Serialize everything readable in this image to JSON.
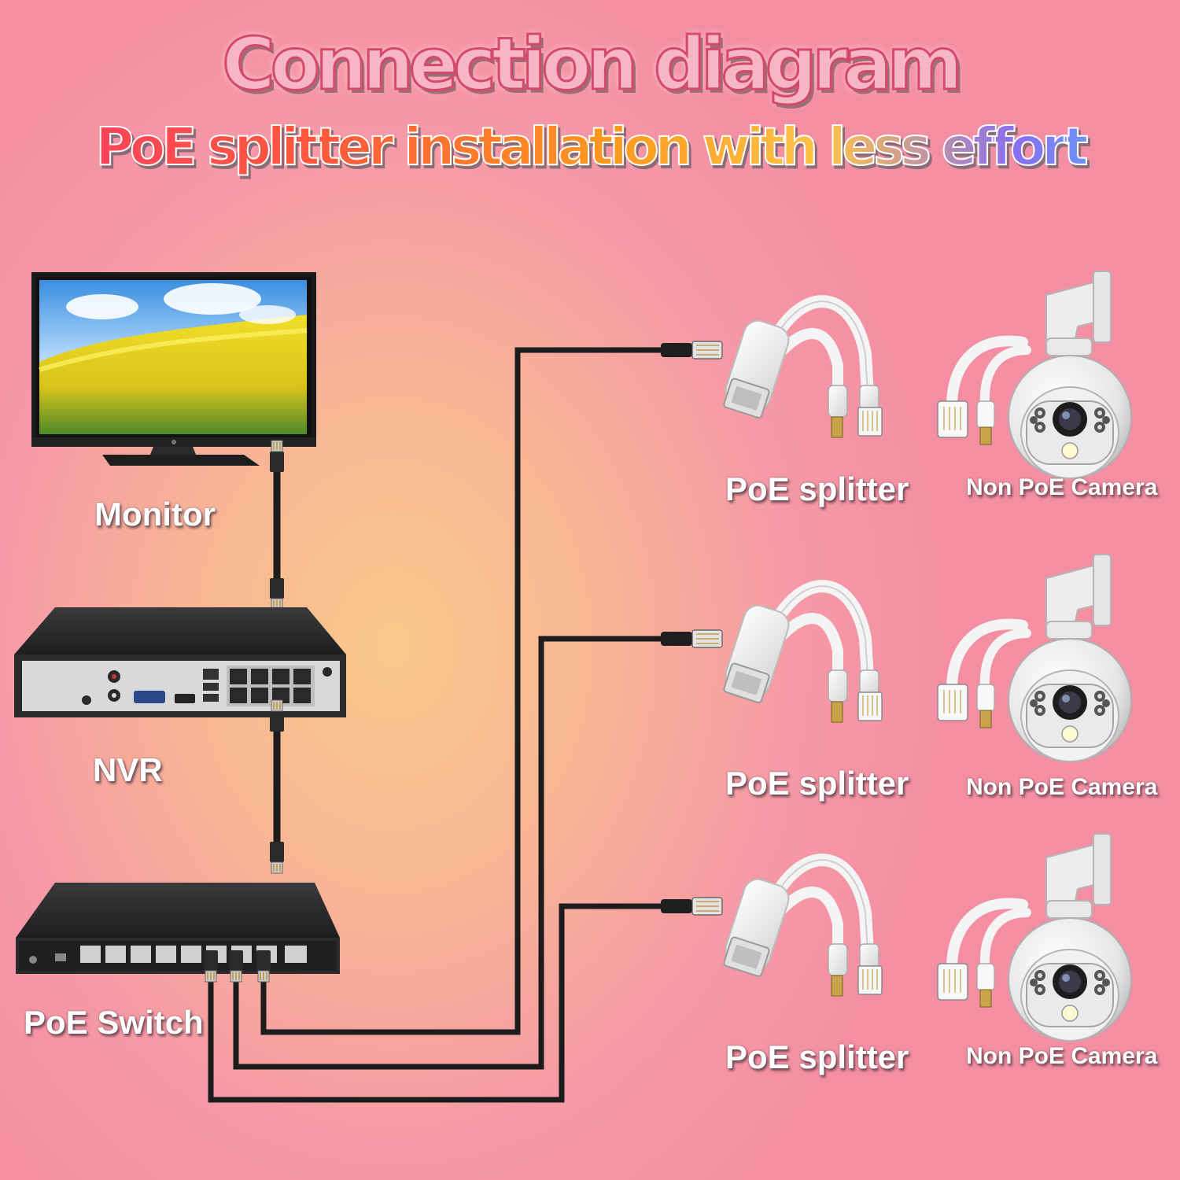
{
  "title": "Connection diagram",
  "subtitle": "PoE splitter installation with less effort",
  "labels": {
    "monitor": "Monitor",
    "nvr": "NVR",
    "poe_switch": "PoE Switch",
    "poe_splitter": "PoE splitter",
    "non_poe_camera": "Non PoE Camera"
  },
  "colors": {
    "background_center": "#f9c98a",
    "background_edge": "#f48ea3",
    "cable": "#1c1c1c",
    "device_body": "#2b2b2d",
    "splitter": "#f2f2f2"
  }
}
